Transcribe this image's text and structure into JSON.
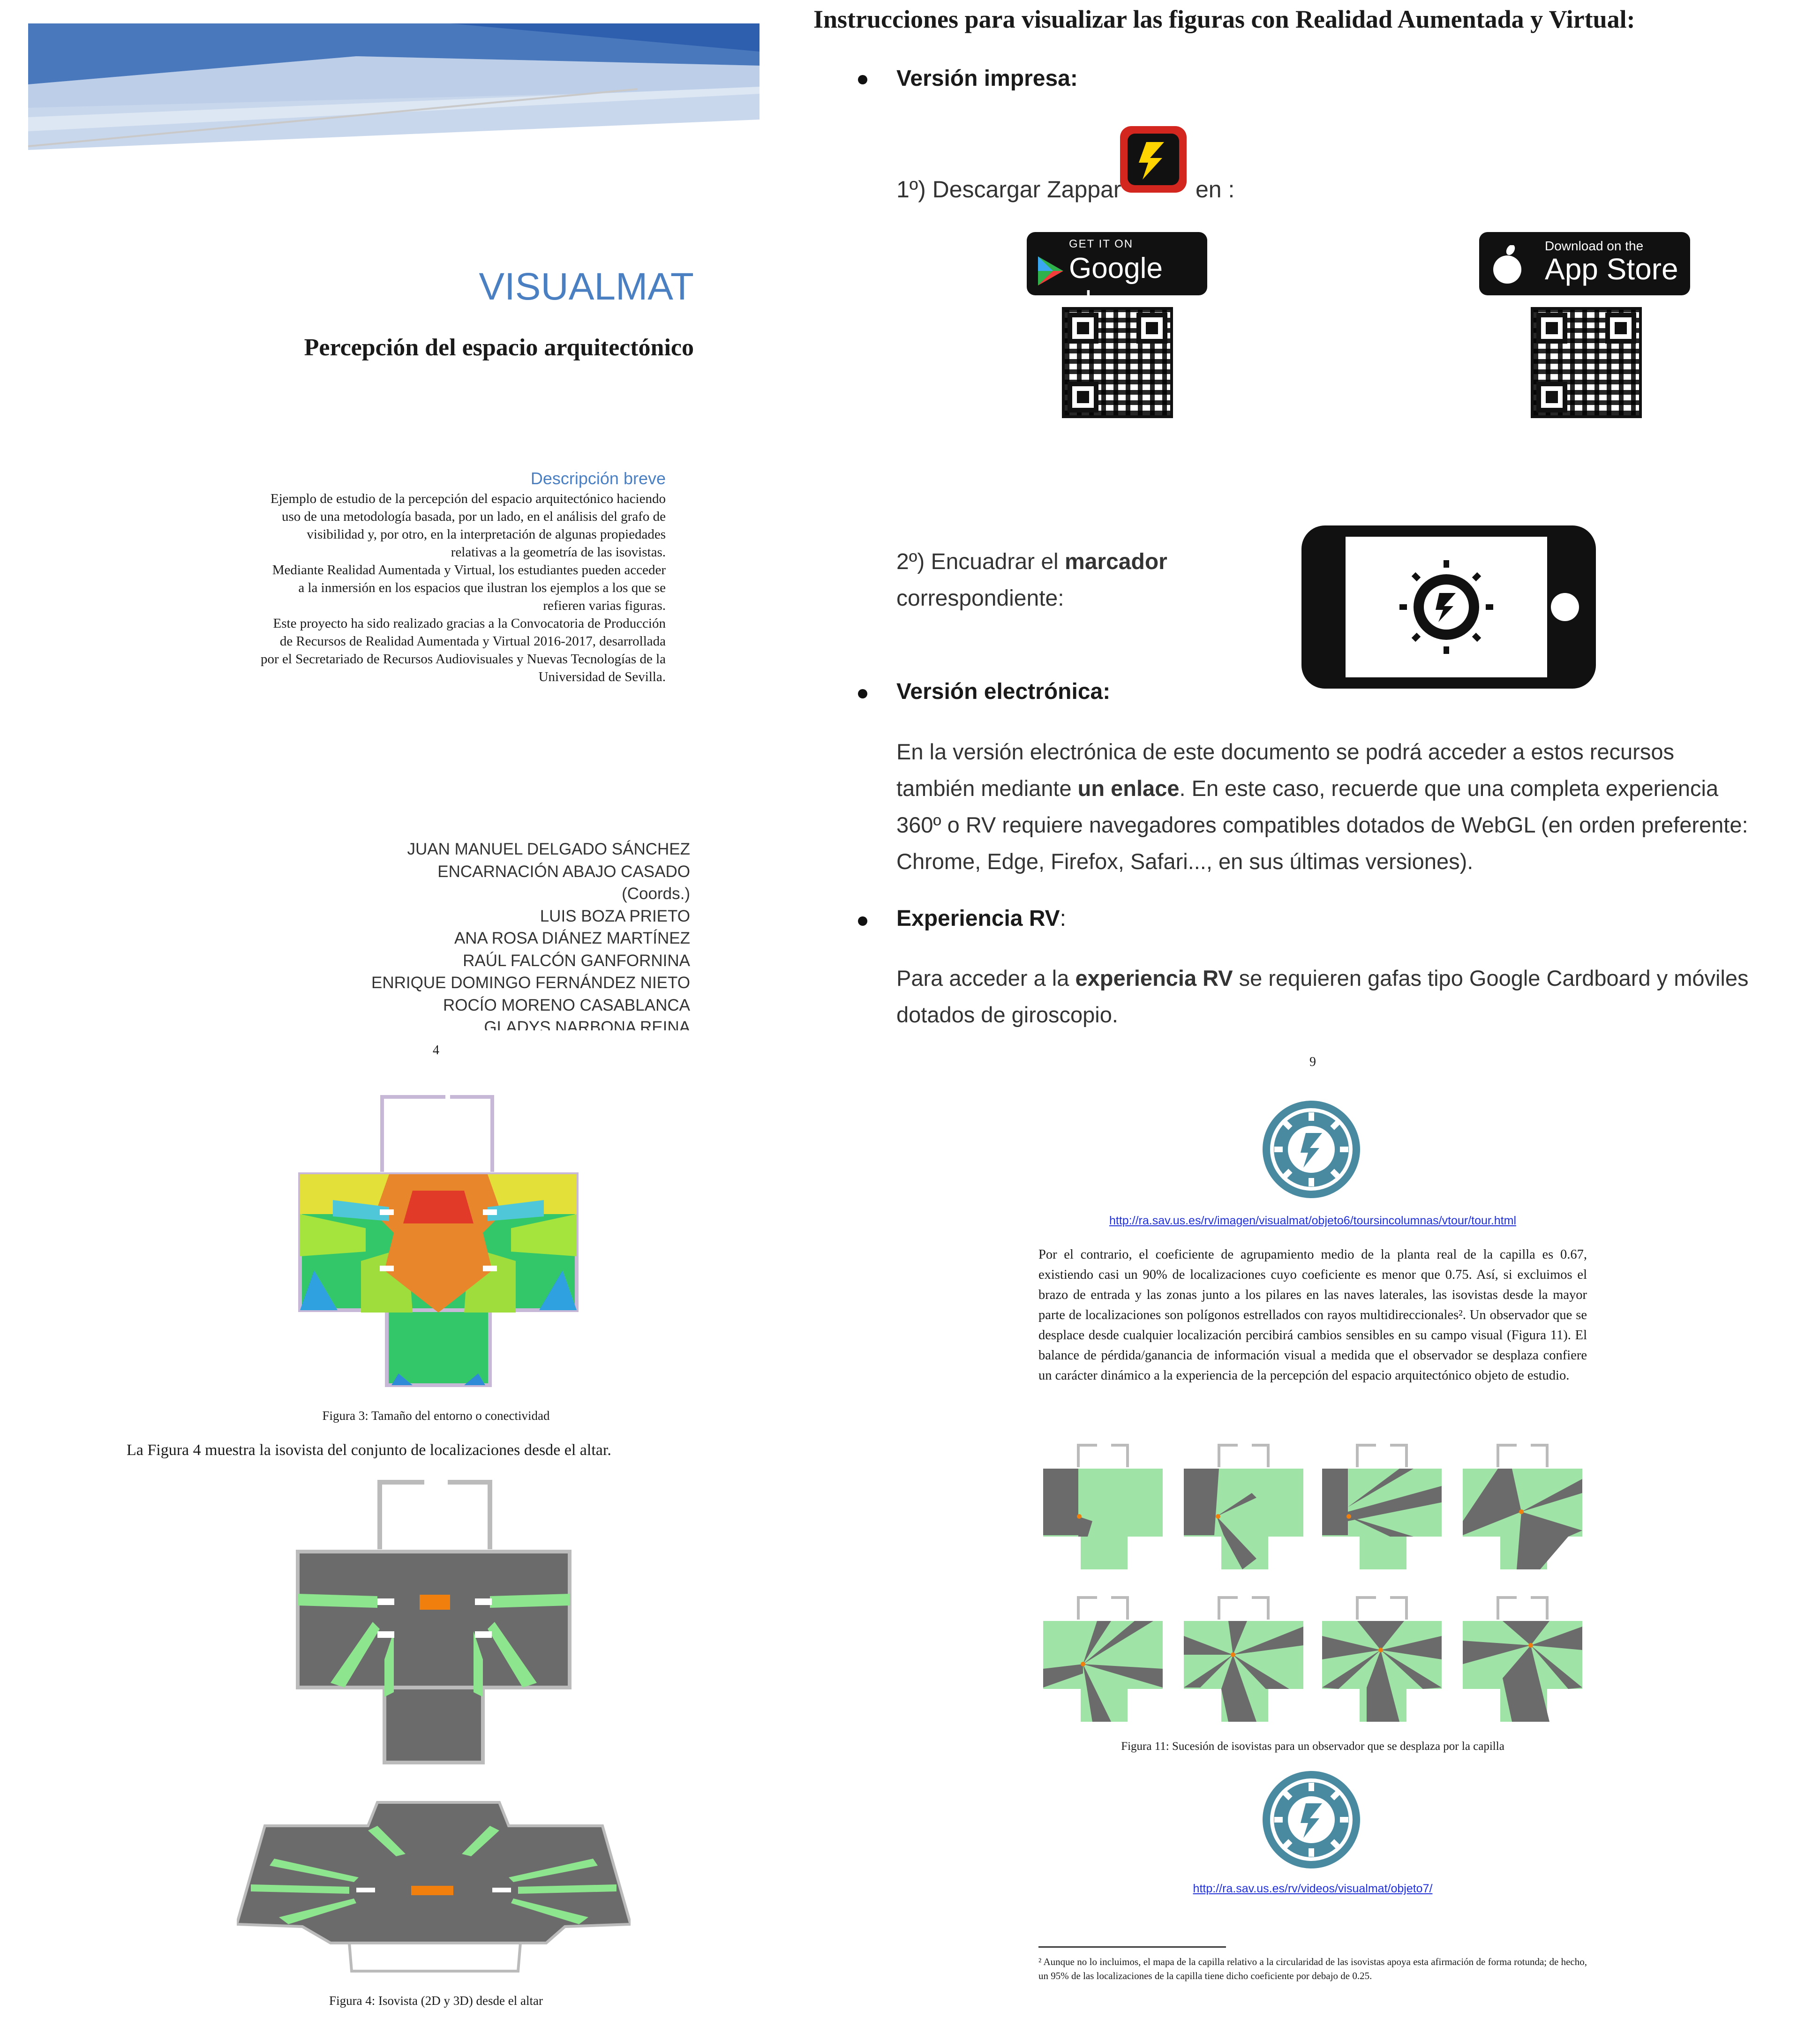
{
  "cover": {
    "title": "VISUALMAT",
    "subtitle": "Percepción del espacio arquitectónico",
    "abstract_heading": "Descripción breve",
    "abstract_lines": [
      "Ejemplo de estudio de la percepción del espacio arquitectónico haciendo",
      "uso de una metodología basada, por un lado, en el análisis del grafo de",
      "visibilidad y, por otro, en la interpretación de algunas propiedades",
      "relativas a la geometría de las isovistas.",
      "Mediante Realidad Aumentada y Virtual, los estudiantes pueden acceder",
      "a la inmersión en los espacios que ilustran los ejemplos a los que se",
      "refieren varias figuras.",
      "Este proyecto ha sido realizado gracias a la Convocatoria de Producción",
      "de Recursos de Realidad Aumentada y Virtual 2016-2017, desarrollada",
      "por el Secretariado de Recursos Audiovisuales y Nuevas Tecnologías de la",
      "Universidad de Sevilla."
    ],
    "authors": [
      "JUAN MANUEL DELGADO SÁNCHEZ",
      "ENCARNACIÓN ABAJO CASADO",
      "(Coords.)",
      "LUIS BOZA PRIETO",
      "ANA ROSA DIÁNEZ MARTÍNEZ",
      "RAÚL FALCÓN GANFORNINA",
      "ENRIQUE DOMINGO FERNÁNDEZ NIETO",
      "ROCÍO MORENO CASABLANCA",
      "GLADYS NARBONA REINA"
    ],
    "page_number": "4",
    "colors": {
      "accent": "#4a7fc1",
      "band_dark": "#3d6db3",
      "band_light": "#c5d5ea"
    }
  },
  "instructions": {
    "heading": "Instrucciones para visualizar las figuras con Realidad Aumentada y Virtual:",
    "printed_label": "Versión impresa:",
    "step1_prefix": "1º) Descargar Zappar",
    "step1_suffix": "en :",
    "google_small": "GET IT ON",
    "google_big": "Google play",
    "apple_small": "Download on the",
    "apple_big": "App Store",
    "step2_text": "2º) Encuadrar el ",
    "step2_bold": "marcador",
    "step2_line2": "correspondiente:",
    "electronic_label": "Versión electrónica:",
    "electronic_p1": "En la versión electrónica de este documento se podrá acceder a estos recursos",
    "electronic_p2a": "también mediante ",
    "electronic_p2b": "un enlace",
    "electronic_p2c": ". En este caso, recuerde que una completa experiencia",
    "electronic_p3": "360º o RV requiere navegadores compatibles dotados de WebGL (en orden preferente:",
    "electronic_p4": "Chrome, Edge, Firefox, Safari..., en sus últimas versiones).",
    "vr_label": "Experiencia RV",
    "vr_colon": ":",
    "vr_p1a": "Para acceder a la ",
    "vr_p1b": "experiencia RV",
    "vr_p1c": " se requieren gafas tipo Google Cardboard y móviles",
    "vr_p2": "dotados de giroscopio.",
    "page_number": "9"
  },
  "left_lower": {
    "fig3_caption": "Figura 3: Tamaño del entorno o conectividad",
    "body_text": "La Figura 4 muestra la isovista del conjunto de localizaciones desde el altar.",
    "fig4_caption": "Figura 4: Isovista (2D y 3D) desde el altar"
  },
  "right_lower": {
    "link1": "http://ra.sav.us.es/rv/imagen/visualmat/objeto6/toursincolumnas/vtour/tour.html",
    "paragraph": "Por el contrario, el coeficiente de agrupamiento medio de la planta real de la capilla es 0.67, existiendo casi un 90% de localizaciones cuyo coeficiente es menor que 0.75. Así, si excluimos el brazo de entrada y las zonas junto a los pilares en las naves laterales, las isovistas desde la mayor parte de localizaciones son polígonos estrellados con rayos multidireccionales². Un observador que se desplace desde cualquier localización percibirá cambios sensibles en su campo visual (Figura 11). El balance de pérdida/ganancia de información visual a medida que el observador se desplaza confiere un carácter dinámico a la experiencia de la percepción del espacio arquitectónico objeto de estudio.",
    "fig11_caption": "Figura 11: Sucesión de isovistas para un observador que se desplaza por la capilla",
    "link2": "http://ra.sav.us.es/rv/videos/visualmat/objeto7/",
    "footnote": "² Aunque no lo incluimos, el mapa de la capilla relativo a la circularidad de las isovistas apoya esta afirmación de forma rotunda; de hecho, un 95% de las localizaciones de la capilla tiene dicho coeficiente por debajo de 0.25."
  },
  "icons": {
    "zappar": "zappar-logo-icon",
    "phone": "phone-marker-icon",
    "medal": "zappar-marker-icon"
  }
}
